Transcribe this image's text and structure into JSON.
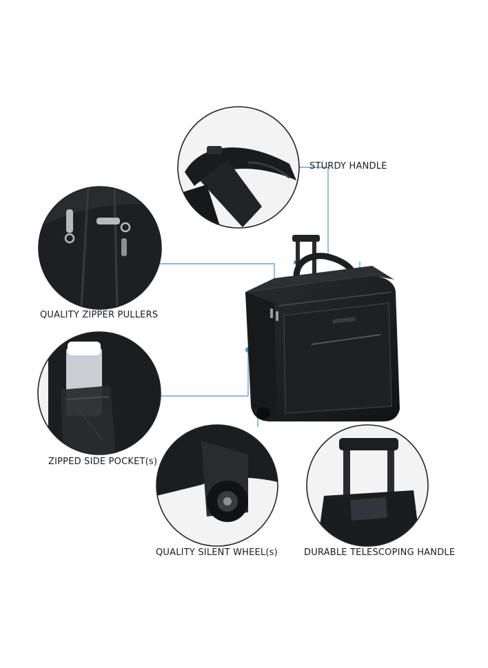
{
  "labels": {
    "sturdy_handle": "STURDY HANDLE",
    "zipper_pullers": "QUALITY ZIPPER PULLERS",
    "side_pocket": "ZIPPED SIDE POCKET(s)",
    "silent_wheels": "QUALITY SILENT WHEEL(s)",
    "telescoping_handle": "DURABLE TELESCOPING HANDLE"
  },
  "colors": {
    "background": "#ffffff",
    "callout_line": "#4a8fd0",
    "circle_border": "#222222",
    "bag_body": "#1b1c1e"
  },
  "icons": [
    "laptop-bag-image",
    "detail-handle-photo",
    "detail-zipper-photo",
    "detail-pocket-photo",
    "detail-wheel-photo",
    "detail-telescope-photo"
  ]
}
